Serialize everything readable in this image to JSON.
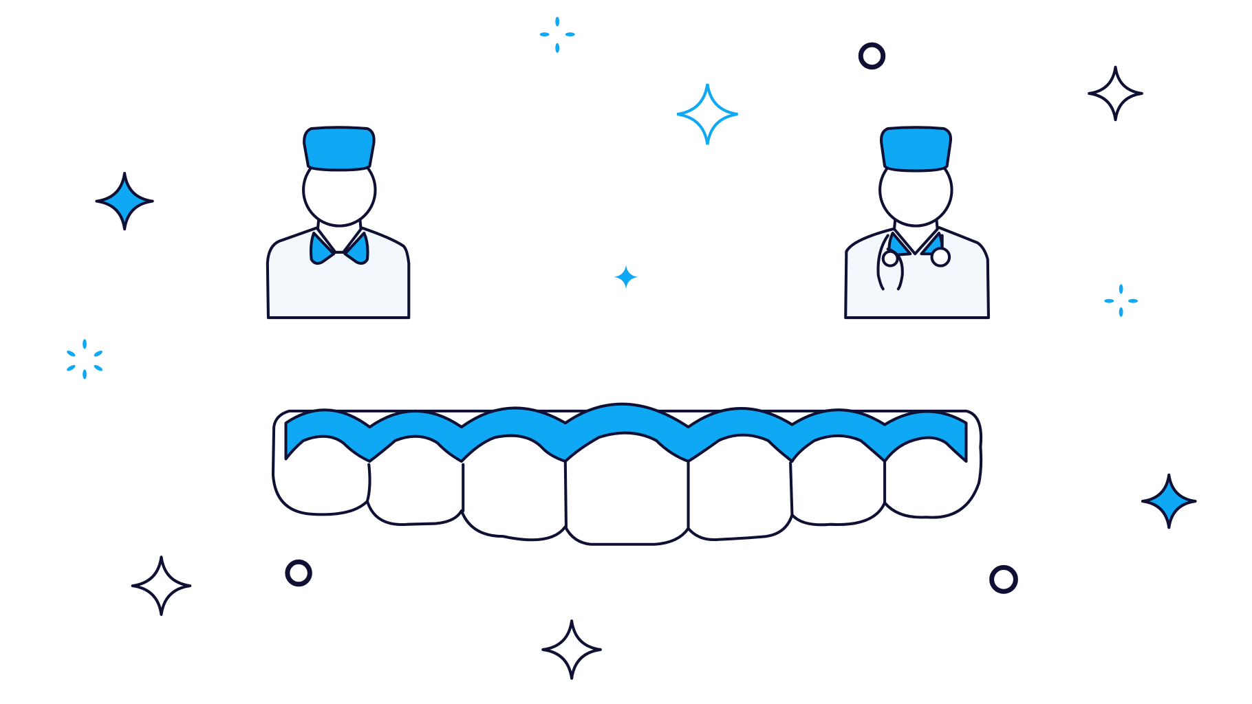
{
  "colors": {
    "accent": "#0ea8f5",
    "outline": "#0f1033",
    "coat": "#f3f8fd",
    "background": "#ffffff"
  },
  "illustration": {
    "figures": [
      "dentist-left",
      "doctor-with-stethoscope-right"
    ],
    "subject": "teeth-with-gums"
  }
}
